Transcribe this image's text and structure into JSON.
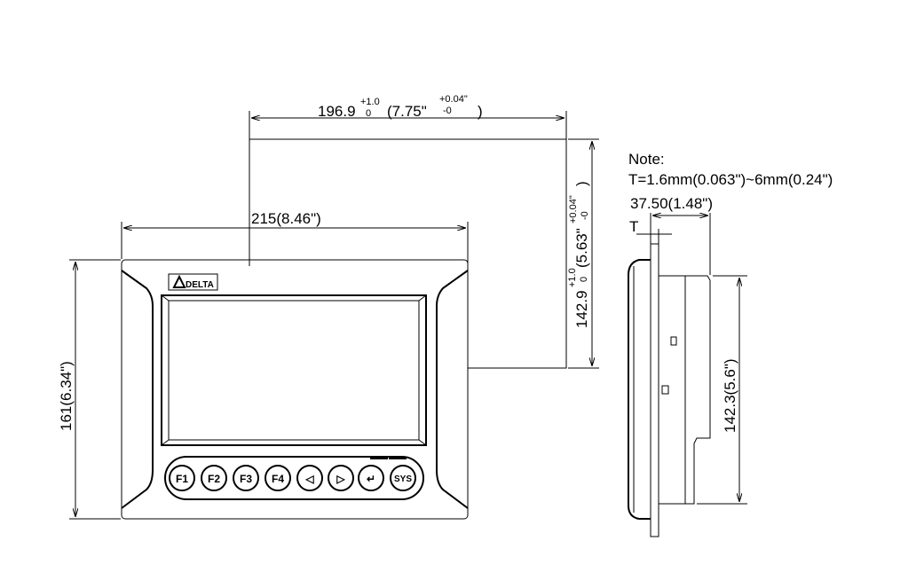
{
  "cutout": {
    "width": {
      "main": "196.9",
      "tol_upper": "+1.0",
      "tol_lower": "0",
      "inch": "(7.75\"",
      "inch_tol_upper": "+0.04\"",
      "inch_tol_lower": "-0",
      "close": ")"
    },
    "height": {
      "main": "142.9",
      "tol_upper": "+1.0",
      "tol_lower": "0",
      "inch": "(5.63\"",
      "inch_tol_upper": "+0.04\"",
      "inch_tol_lower": "-0",
      "close": ")"
    }
  },
  "front": {
    "width_label": "215(8.46\")",
    "height_label": "161(6.34\")",
    "logo": "DELTA",
    "keys": [
      "F1",
      "F2",
      "F3",
      "F4",
      "◁",
      "▷",
      "↵",
      "SYS"
    ]
  },
  "side": {
    "note_title": "Note:",
    "note_text": "T=1.6mm(0.063\")~6mm(0.24\")",
    "depth_label": "37.50(1.48\")",
    "t_label": "T",
    "height_label": "142.3(5.6\")"
  }
}
